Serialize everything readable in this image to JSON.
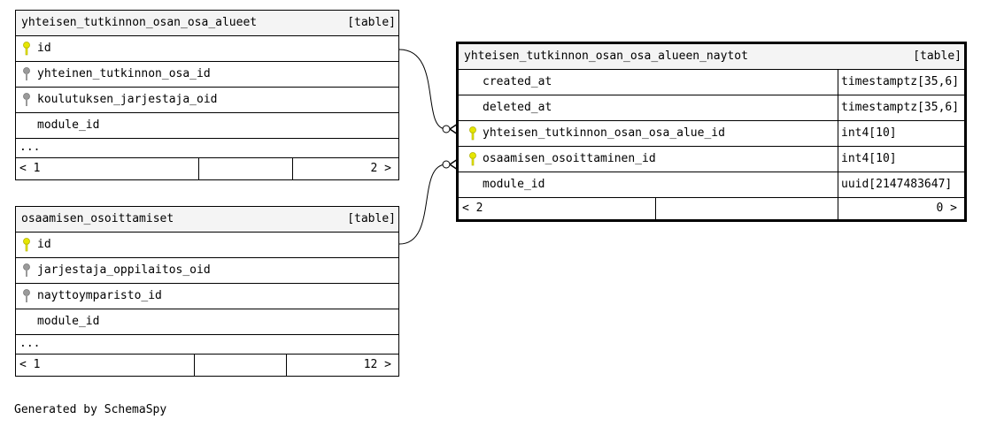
{
  "tables": {
    "alueet": {
      "name": "yhteisen_tutkinnon_osan_osa_alueet",
      "type": "[table]",
      "columns": [
        {
          "name": "id",
          "key": "primary"
        },
        {
          "name": "yhteinen_tutkinnon_osa_id",
          "key": "foreign"
        },
        {
          "name": "koulutuksen_jarjestaja_oid",
          "key": "foreign"
        },
        {
          "name": "module_id",
          "key": "none"
        }
      ],
      "more": "...",
      "parents": "< 1",
      "children": "2 >"
    },
    "osoittamiset": {
      "name": "osaamisen_osoittamiset",
      "type": "[table]",
      "columns": [
        {
          "name": "id",
          "key": "primary"
        },
        {
          "name": "jarjestaja_oppilaitos_oid",
          "key": "foreign"
        },
        {
          "name": "nayttoymparisto_id",
          "key": "foreign"
        },
        {
          "name": "module_id",
          "key": "none"
        }
      ],
      "more": "...",
      "parents": "< 1",
      "children": "12 >"
    },
    "naytot": {
      "name": "yhteisen_tutkinnon_osan_osa_alueen_naytot",
      "type": "[table]",
      "columns": [
        {
          "name": "created_at",
          "type": "timestamptz[35,6]",
          "key": "none"
        },
        {
          "name": "deleted_at",
          "type": "timestamptz[35,6]",
          "key": "none"
        },
        {
          "name": "yhteisen_tutkinnon_osan_osa_alue_id",
          "type": "int4[10]",
          "key": "primary"
        },
        {
          "name": "osaamisen_osoittaminen_id",
          "type": "int4[10]",
          "key": "primary"
        },
        {
          "name": "module_id",
          "type": "uuid[2147483647]",
          "key": "none"
        }
      ],
      "parents": "< 2",
      "children": "0 >"
    }
  },
  "colors": {
    "primary_key": "#e6e600",
    "foreign_key": "#9a9a9a",
    "header_bg": "#f4f4f4"
  },
  "footer_text": "Generated by SchemaSpy"
}
